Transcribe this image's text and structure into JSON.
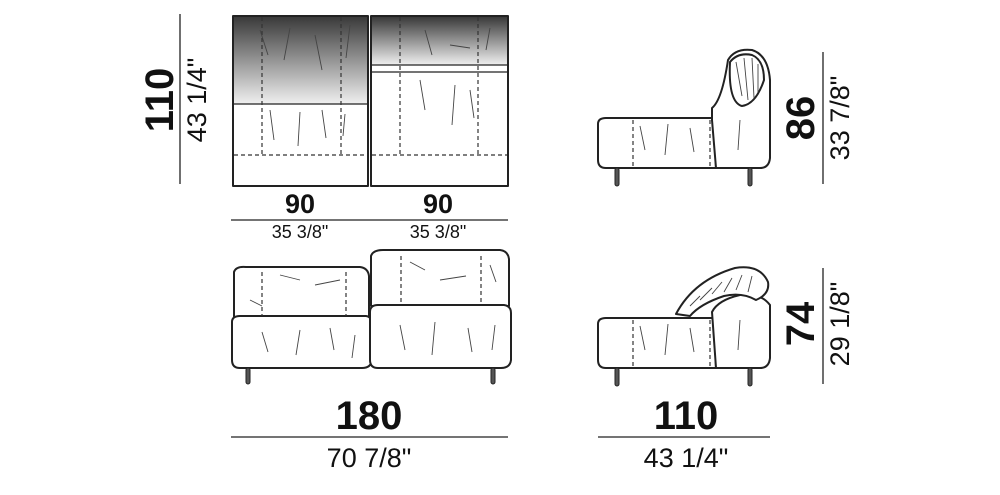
{
  "top_view": {
    "depth_cm": "110",
    "depth_in": "43 1/4\"",
    "module_left_cm": "90",
    "module_left_in": "35 3/8\"",
    "module_right_cm": "90",
    "module_right_in": "35 3/8\""
  },
  "front_view": {
    "width_cm": "180",
    "width_in": "70 7/8\""
  },
  "side_view_upright": {
    "height_cm": "86",
    "height_in": "33 7/8\""
  },
  "side_view_reclined": {
    "height_cm": "74",
    "height_in": "29 1/8\"",
    "depth_cm": "110",
    "depth_in": "43 1/4\""
  },
  "colors": {
    "line": "#222222",
    "shade_dark": "#3a3a3a",
    "shade_light": "#f2f2f2"
  }
}
